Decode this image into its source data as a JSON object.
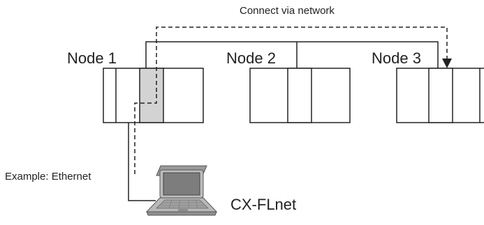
{
  "diagram": {
    "connection_label": "Connect via network",
    "nodes": [
      {
        "label": "Node 1"
      },
      {
        "label": "Node 2"
      },
      {
        "label": "Node 3"
      }
    ],
    "pc_link_label": "Example: Ethernet",
    "software_label": "CX-FLnet"
  },
  "colors": {
    "line": "#222222",
    "highlight_module": "#d3d3d3",
    "laptop_body": "#b9b9b9",
    "laptop_screen": "#7d7d7d"
  },
  "icons": [
    "laptop-icon",
    "arrow-down-icon"
  ]
}
